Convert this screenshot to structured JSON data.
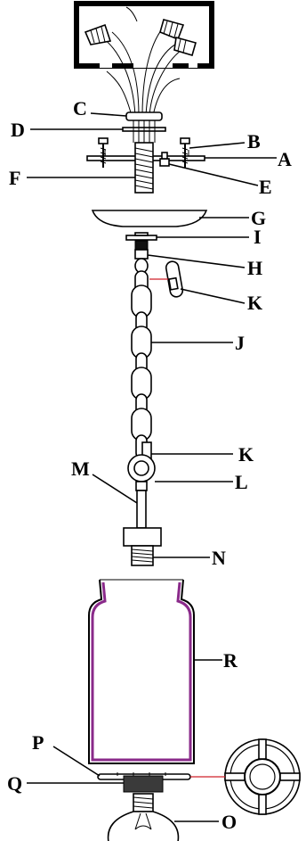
{
  "parts": {
    "A": "A",
    "B": "B",
    "C": "C",
    "D": "D",
    "E": "E",
    "F": "F",
    "G": "G",
    "H": "H",
    "I": "I",
    "J": "J",
    "K_upper": "K",
    "K_lower": "K",
    "L": "L",
    "M": "M",
    "N": "N",
    "O": "O",
    "P": "P",
    "Q": "Q",
    "R": "R"
  },
  "colors": {
    "line": "#000000",
    "accent_red": "#d0202a",
    "shade_wall": "#8a2a8a"
  }
}
